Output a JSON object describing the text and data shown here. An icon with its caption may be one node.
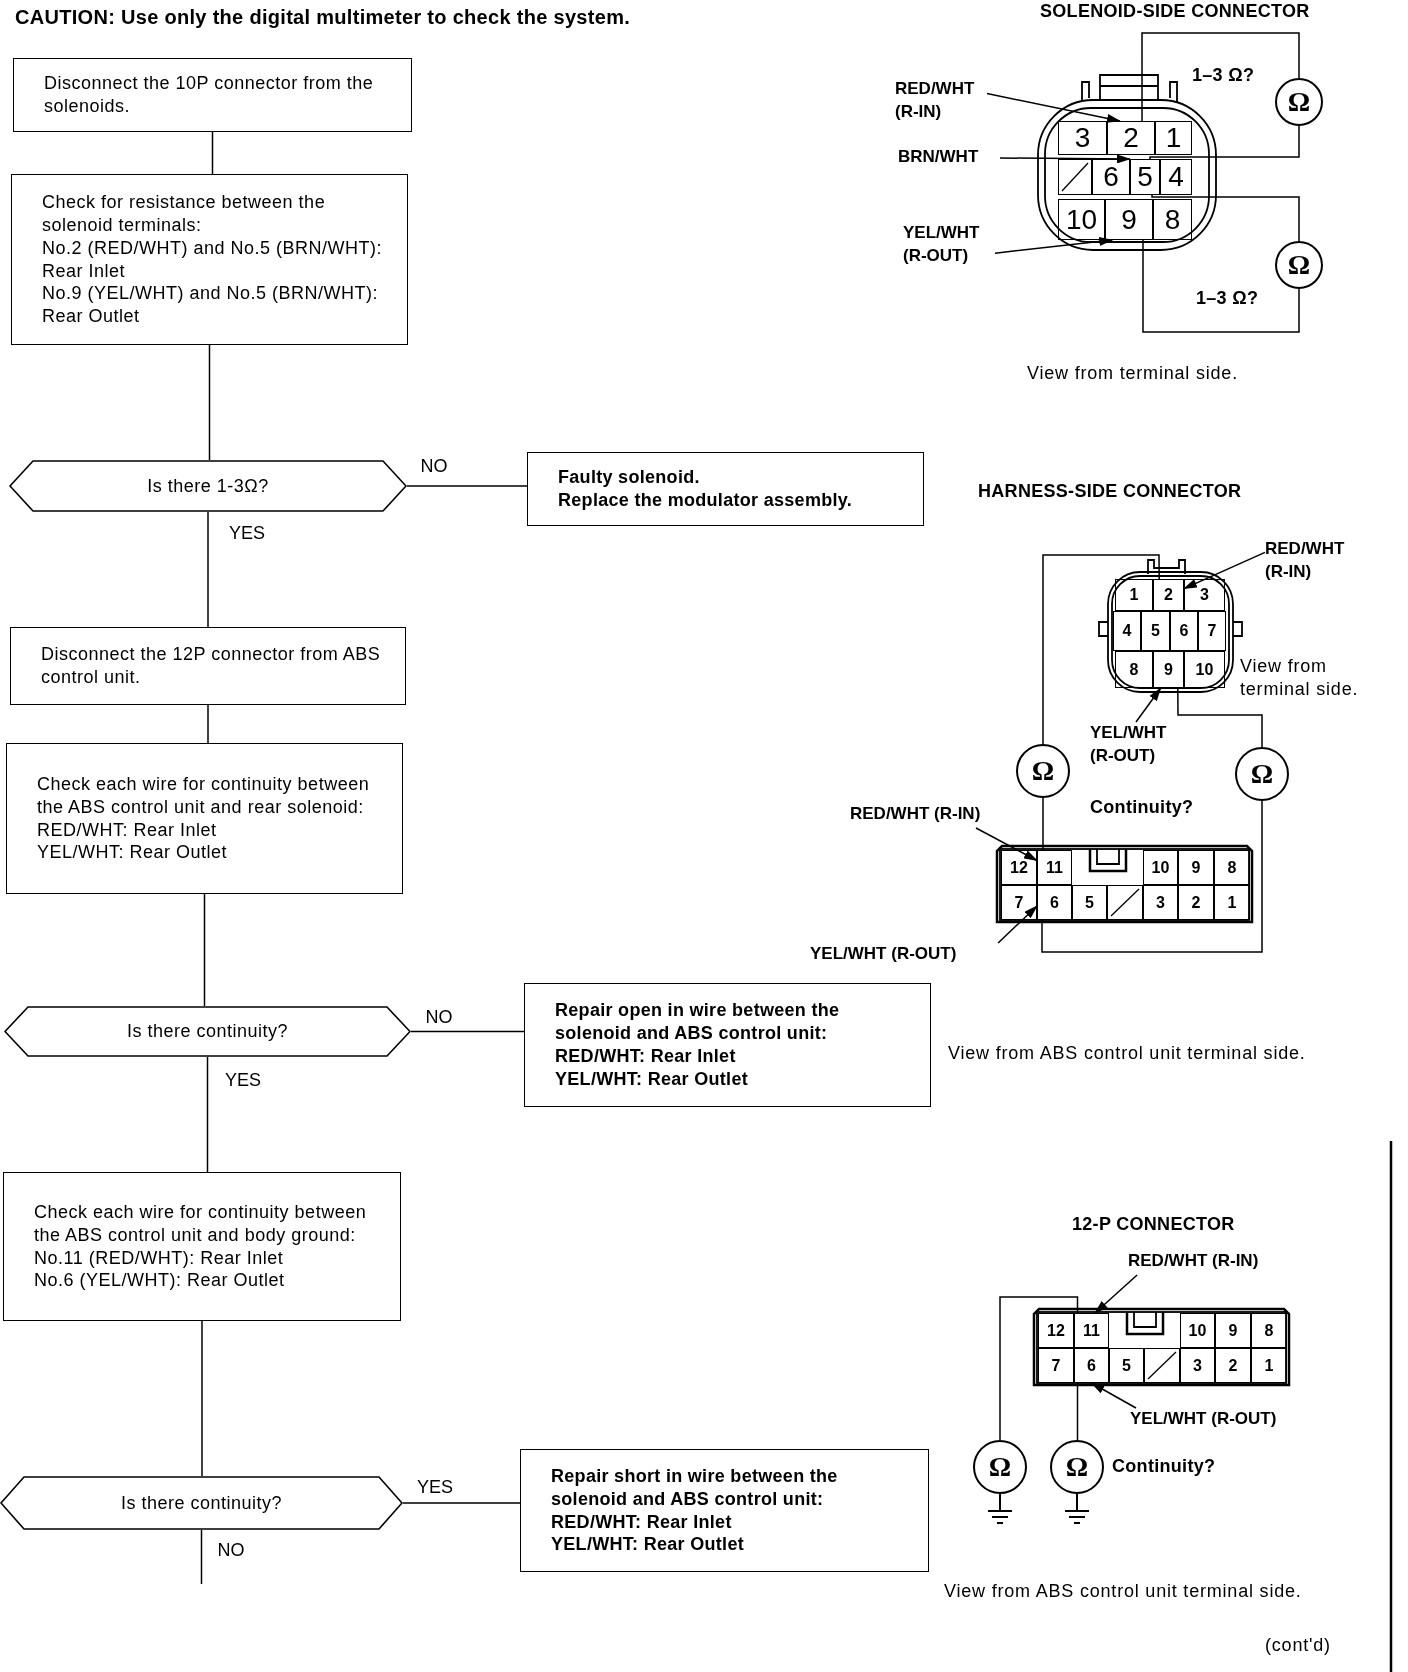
{
  "diagram": {
    "nodes": [
      {
        "text": [
          "Disconnect the 10P connector from the solenoids."
        ]
      },
      {
        "text": [
          "Check for resistance between the solenoid terminals:",
          "No.2 (RED/WHT) and No.5 (BRN/WHT): Rear Inlet",
          "No.9 (YEL/WHT) and No.5 (BRN/WHT): Rear Outlet"
        ]
      },
      {
        "text": [
          "Is there 1-3Ω?"
        ]
      },
      {
        "text": [
          "Faulty solenoid.",
          "Replace the modulator assembly."
        ]
      },
      {
        "text": [
          "Disconnect the 12P connector from ABS control unit."
        ]
      },
      {
        "text": [
          "Check each wire for continuity between the ABS control unit and rear solenoid:",
          "RED/WHT: Rear Inlet",
          "YEL/WHT: Rear Outlet"
        ]
      },
      {
        "text": [
          "Is there continuity?"
        ]
      },
      {
        "text": [
          "Repair open in wire between the solenoid and ABS control unit:",
          "RED/WHT: Rear Inlet",
          "YEL/WHT: Rear Outlet"
        ]
      },
      {
        "text": [
          "Check each wire for continuity between the ABS control unit and body ground:",
          "No.11 (RED/WHT): Rear Inlet",
          "No.6 (YEL/WHT): Rear Outlet"
        ]
      },
      {
        "text": [
          "Is there continuity?"
        ]
      },
      {
        "text": [
          "Repair short in wire between the solenoid and ABS control unit:",
          "RED/WHT: Rear Inlet",
          "YEL/WHT: Rear Outlet"
        ]
      },
      {
        "text": [
          "RED/WHT (R-IN)"
        ]
      },
      {
        "text": [
          "BRN/WHT"
        ]
      },
      {
        "text": [
          "YEL/WHT (R-OUT)"
        ]
      },
      {
        "text": [],
        "shape": "box"
      },
      {
        "text": [
          "3"
        ],
        "in": 14
      },
      {
        "text": [
          "2"
        ],
        "in": 14
      },
      {
        "text": [
          "1"
        ],
        "in": 14
      },
      {
        "text": [],
        "shape": "box",
        "in": 14
      },
      {
        "text": [
          "6"
        ],
        "in": 14
      },
      {
        "text": [
          "5"
        ],
        "in": 14
      },
      {
        "text": [
          "4"
        ],
        "in": 14
      },
      {
        "text": [
          "10"
        ],
        "in": 14
      },
      {
        "text": [
          "9"
        ],
        "in": 14
      },
      {
        "text": [
          "8"
        ],
        "in": 14
      },
      {
        "text": [
          "Ω"
        ]
      },
      {
        "text": [
          "Ω"
        ]
      },
      {
        "text": [
          "RED/WHT (R-IN)"
        ]
      },
      {
        "text": [],
        "shape": "box"
      },
      {
        "text": [
          "1"
        ],
        "in": 28
      },
      {
        "text": [
          "2"
        ],
        "in": 28
      },
      {
        "text": [
          "3"
        ],
        "in": 28
      },
      {
        "text": [
          "4"
        ],
        "in": 28
      },
      {
        "text": [
          "5"
        ],
        "in": 28
      },
      {
        "text": [
          "6"
        ],
        "in": 28
      },
      {
        "text": [
          "7"
        ],
        "in": 28
      },
      {
        "text": [
          "8"
        ],
        "in": 28
      },
      {
        "text": [
          "9"
        ],
        "in": 28
      },
      {
        "text": [
          "10"
        ],
        "in": 28
      },
      {
        "text": [
          "YEL/WHT (R-OUT)"
        ]
      },
      {
        "text": [
          "Ω"
        ]
      },
      {
        "text": [
          "Ω"
        ]
      },
      {
        "text": [
          "RED/WHT (R-IN)"
        ]
      },
      {
        "text": [],
        "shape": "box"
      },
      {
        "text": [
          "12"
        ],
        "in": 43
      },
      {
        "text": [
          "11"
        ],
        "in": 43
      },
      {
        "text": [
          "10"
        ],
        "in": 43
      },
      {
        "text": [
          "9"
        ],
        "in": 43
      },
      {
        "text": [
          "8"
        ],
        "in": 43
      },
      {
        "text": [
          "7"
        ],
        "in": 43
      },
      {
        "text": [
          "6"
        ],
        "in": 43
      },
      {
        "text": [
          "5"
        ],
        "in": 43
      },
      {
        "text": [],
        "shape": "box",
        "in": 43
      },
      {
        "text": [
          "3"
        ],
        "in": 43
      },
      {
        "text": [
          "2"
        ],
        "in": 43
      },
      {
        "text": [
          "1"
        ],
        "in": 43
      },
      {
        "text": [
          "YEL/WHT (R-OUT)"
        ]
      },
      {
        "text": [
          "RED/WHT (R-IN)"
        ]
      },
      {
        "text": [],
        "shape": "box"
      },
      {
        "text": [
          "12"
        ],
        "in": 58
      },
      {
        "text": [
          "11"
        ],
        "in": 58
      },
      {
        "text": [
          "10"
        ],
        "in": 58
      },
      {
        "text": [
          "9"
        ],
        "in": 58
      },
      {
        "text": [
          "8"
        ],
        "in": 58
      },
      {
        "text": [
          "7"
        ],
        "in": 58
      },
      {
        "text": [
          "6"
        ],
        "in": 58
      },
      {
        "text": [
          "5"
        ],
        "in": 58
      },
      {
        "text": [],
        "shape": "box",
        "in": 58
      },
      {
        "text": [
          "3"
        ],
        "in": 58
      },
      {
        "text": [
          "2"
        ],
        "in": 58
      },
      {
        "text": [
          "1"
        ],
        "in": 58
      },
      {
        "text": [
          "YEL/WHT (R-OUT)"
        ]
      },
      {
        "text": [
          "Ω"
        ]
      },
      {
        "text": [
          "Ω"
        ],
        "beside": [
          "Continuity?"
        ]
      }
    ],
    "edges": [
      {
        "from": 0,
        "to": 1,
        "arrow": "none"
      },
      {
        "from": 1,
        "to": 2,
        "arrow": "none"
      },
      {
        "from": 2,
        "to": 3,
        "arrow": "none",
        "label": "NO"
      },
      {
        "from": 2,
        "to": 4,
        "arrow": "none",
        "label": "YES"
      },
      {
        "from": 4,
        "to": 5,
        "arrow": "none"
      },
      {
        "from": 5,
        "to": 6,
        "arrow": "none"
      },
      {
        "from": 6,
        "to": 7,
        "arrow": "none",
        "label": "NO"
      },
      {
        "from": 6,
        "to": 8,
        "arrow": "none",
        "label": "YES"
      },
      {
        "from": 8,
        "to": 9,
        "arrow": "none"
      },
      {
        "from": 9,
        "to": 10,
        "arrow": "none",
        "label": "YES"
      },
      {
        "from": 9,
        "to": null,
        "arrow": "none",
        "label": "NO"
      },
      {
        "from": 11,
        "to": 16,
        "arrow": "to"
      },
      {
        "from": 12,
        "to": 20,
        "arrow": "to"
      },
      {
        "from": 13,
        "to": 23,
        "arrow": "to"
      },
      {
        "from": 16,
        "to": 25,
        "arrow": "none"
      },
      {
        "from": 25,
        "to": 20,
        "arrow": "none"
      },
      {
        "from": 20,
        "to": 26,
        "arrow": "none"
      },
      {
        "from": 26,
        "to": 23,
        "arrow": "none"
      },
      {
        "from": 27,
        "to": 30,
        "arrow": "to"
      },
      {
        "from": 39,
        "to": 37,
        "arrow": "to"
      },
      {
        "from": 30,
        "to": 40,
        "arrow": "none"
      },
      {
        "from": 40,
        "to": 45,
        "arrow": "none"
      },
      {
        "from": 37,
        "to": 41,
        "arrow": "none"
      },
      {
        "from": 41,
        "to": 50,
        "arrow": "none"
      },
      {
        "from": 42,
        "to": 45,
        "arrow": "to"
      },
      {
        "from": 56,
        "to": 50,
        "arrow": "to"
      },
      {
        "from": 57,
        "to": 60,
        "arrow": "to"
      },
      {
        "from": 71,
        "to": 65,
        "arrow": "to"
      },
      {
        "from": 60,
        "to": 72,
        "arrow": "none"
      },
      {
        "from": 65,
        "to": 73,
        "arrow": "none"
      }
    ],
    "labels": [
      "CAUTION:  Use only the digital multimeter to check the system.",
      "SOLENOID-SIDE CONNECTOR",
      "1–3 Ω?",
      "1–3 Ω?",
      "View from terminal side.",
      "HARNESS-SIDE CONNECTOR",
      "View from terminal side.",
      "Continuity?",
      "View from ABS control unit terminal side.",
      "12-P CONNECTOR",
      "View from ABS control unit terminal side.",
      "(cont'd)"
    ]
  }
}
